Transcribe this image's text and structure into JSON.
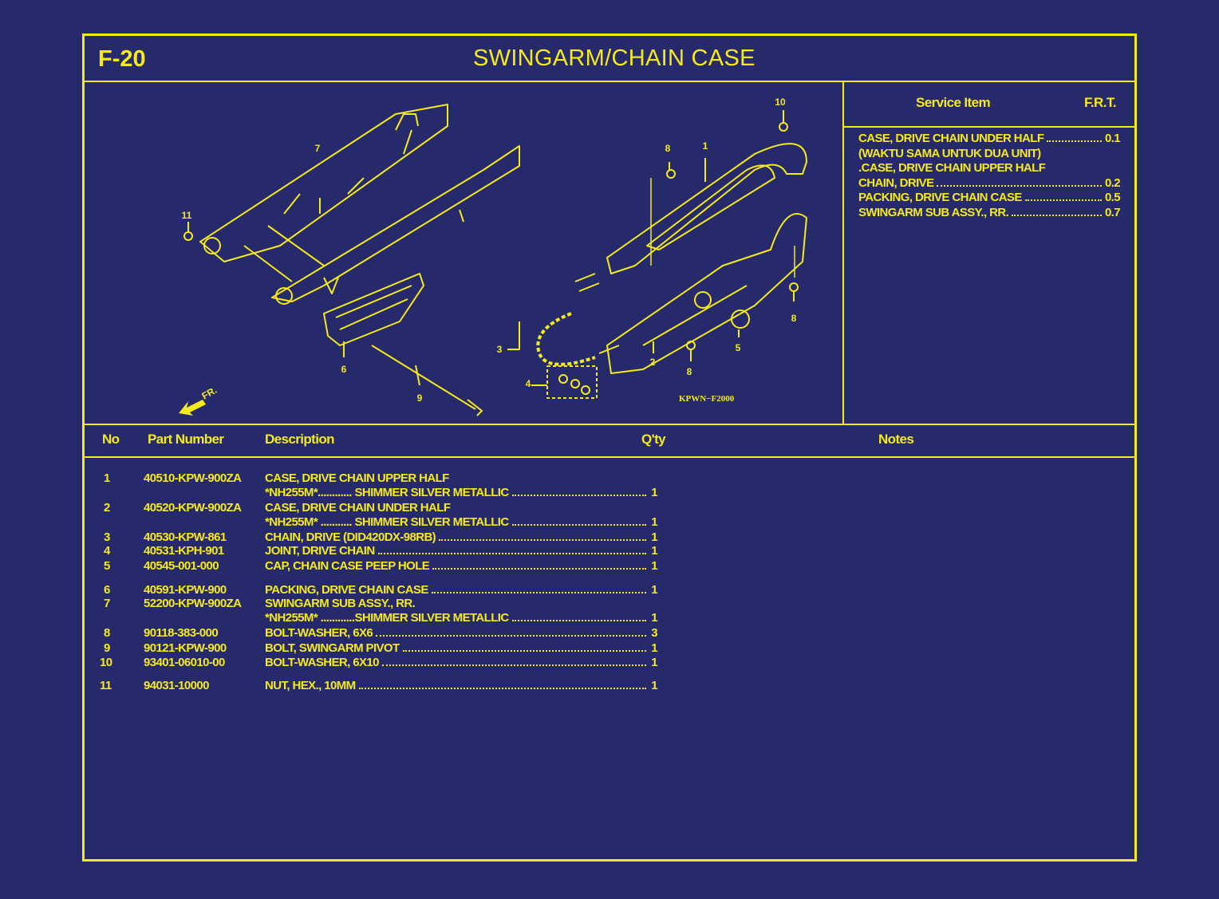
{
  "header": {
    "code": "F-20",
    "title": "SWINGARM/CHAIN CASE"
  },
  "service": {
    "header_item": "Service Item",
    "header_frt": "F.R.T.",
    "lines": [
      {
        "text": "CASE, DRIVE CHAIN UNDER HALF",
        "frt": "0.1"
      },
      {
        "text": "(WAKTU SAMA UNTUK DUA UNIT)",
        "frt": ""
      },
      {
        "text": ".CASE, DRIVE CHAIN UPPER HALF",
        "frt": ""
      },
      {
        "text": "CHAIN, DRIVE",
        "frt": "0.2"
      },
      {
        "text": "PACKING, DRIVE CHAIN CASE",
        "frt": "0.5"
      },
      {
        "text": "SWINGARM SUB ASSY., RR.",
        "frt": "0.7"
      }
    ]
  },
  "diagram": {
    "drawing_code": "KPWN−F2000",
    "front_arrow_label": "FR.",
    "callouts": [
      "1",
      "2",
      "3",
      "4",
      "5",
      "6",
      "7",
      "8",
      "8",
      "8",
      "9",
      "10",
      "11"
    ]
  },
  "table": {
    "headers": {
      "no": "No",
      "part": "Part Number",
      "desc": "Description",
      "qty": "Q'ty",
      "notes": "Notes"
    },
    "parts": [
      {
        "no": "1",
        "part": "40510-KPW-900ZA",
        "lines": [
          "CASE, DRIVE CHAIN UPPER HALF",
          "*NH255M*............ SHIMMER SILVER METALLIC"
        ],
        "qty": "1"
      },
      {
        "no": "2",
        "part": "40520-KPW-900ZA",
        "lines": [
          "CASE, DRIVE CHAIN UNDER HALF",
          "*NH255M* ........... SHIMMER SILVER METALLIC"
        ],
        "qty": "1"
      },
      {
        "no": "3",
        "part": "40530-KPW-861",
        "lines": [
          "CHAIN, DRIVE (DID420DX-98RB)"
        ],
        "qty": "1"
      },
      {
        "no": "4",
        "part": "40531-KPH-901",
        "lines": [
          "JOINT, DRIVE CHAIN"
        ],
        "qty": "1"
      },
      {
        "no": "5",
        "part": "40545-001-000",
        "lines": [
          "CAP, CHAIN CASE PEEP HOLE"
        ],
        "qty": "1"
      },
      {
        "no": "6",
        "part": "40591-KPW-900",
        "lines": [
          "PACKING, DRIVE CHAIN CASE"
        ],
        "qty": "1"
      },
      {
        "no": "7",
        "part": "52200-KPW-900ZA",
        "lines": [
          "SWINGARM SUB ASSY., RR.",
          "*NH255M* ............SHIMMER SILVER METALLIC"
        ],
        "qty": "1"
      },
      {
        "no": "8",
        "part": "90118-383-000",
        "lines": [
          "BOLT-WASHER, 6X6"
        ],
        "qty": "3"
      },
      {
        "no": "9",
        "part": "90121-KPW-900",
        "lines": [
          "BOLT, SWINGARM PIVOT"
        ],
        "qty": "1"
      },
      {
        "no": "10",
        "part": "93401-06010-00",
        "lines": [
          "BOLT-WASHER, 6X10"
        ],
        "qty": "1"
      },
      {
        "no": "11",
        "part": "94031-10000",
        "lines": [
          "NUT, HEX., 10MM"
        ],
        "qty": "1"
      }
    ]
  },
  "colors": {
    "background": "#26296a",
    "ink": "#f4ea1e"
  }
}
